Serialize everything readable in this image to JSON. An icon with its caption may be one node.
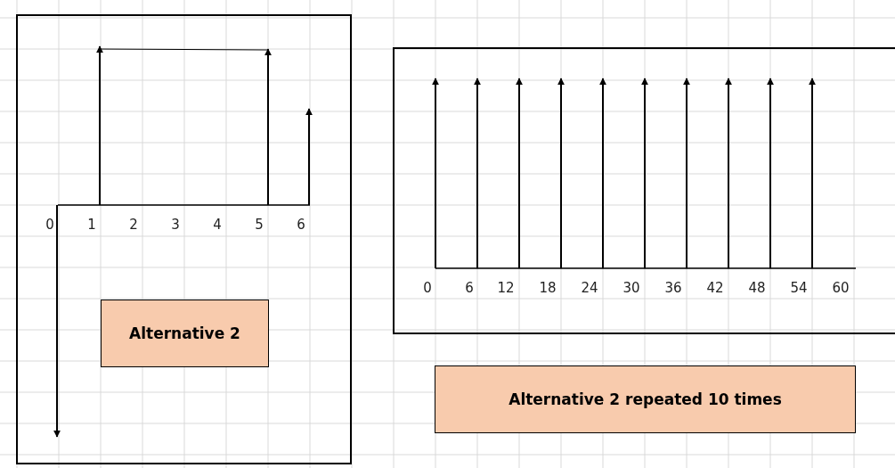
{
  "diagram": {
    "nodes": [
      {
        "text": [],
        "shape": "box"
      },
      {
        "text": [
          "Alternative 2"
        ],
        "in": 0
      },
      {
        "text": [],
        "shape": "box"
      },
      {
        "text": [
          "Alternative 2 repeated 10 times"
        ]
      }
    ],
    "labels": [
      "0",
      "1",
      "2",
      "3",
      "4",
      "5",
      "6",
      "0",
      "6",
      "12",
      "18",
      "24",
      "30",
      "36",
      "42",
      "48",
      "54",
      "60"
    ]
  }
}
